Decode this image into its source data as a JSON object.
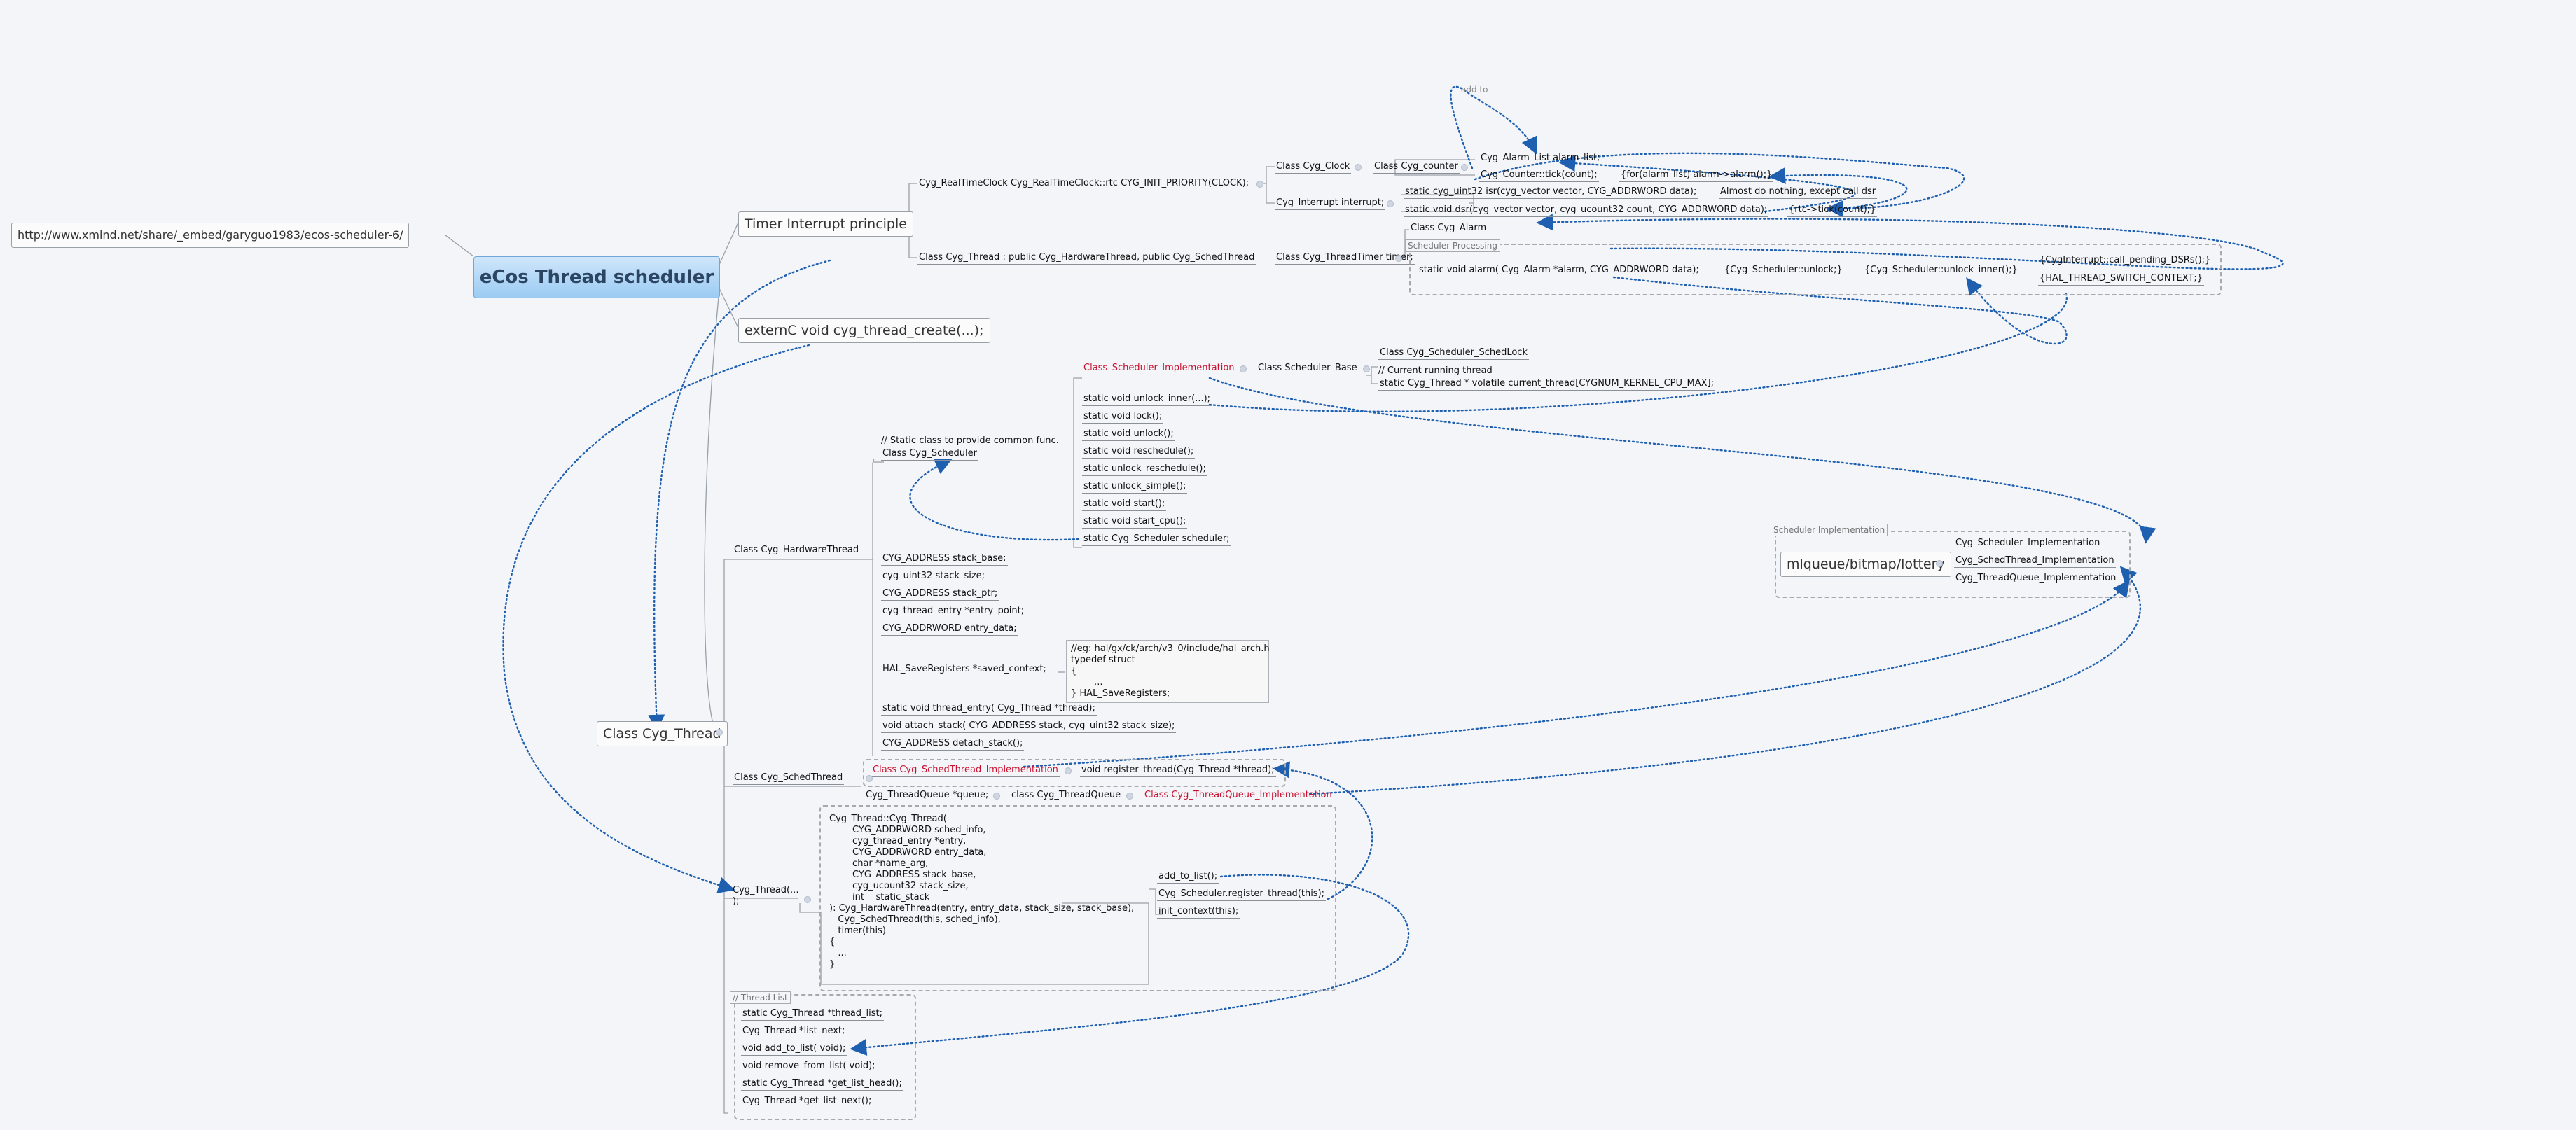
{
  "url": "http://www.xmind.net/share/_embed/garyguo1983/ecos-scheduler-6/",
  "central": "eCos Thread scheduler",
  "topics": {
    "timer": "Timer Interrupt principle",
    "externc": "externC void cyg_thread_create(...);",
    "class_thread": "Class Cyg_Thread",
    "mlqueue": "mlqueue/bitmap/lottery"
  },
  "timer_branch": {
    "rtc": "Cyg_RealTimeClock Cyg_RealTimeClock::rtc CYG_INIT_PRIORITY(CLOCK);",
    "class_clock": "Class Cyg_Clock",
    "class_counter": "Class Cyg_counter",
    "alarm_list": "Cyg_Alarm_List alarm_list;",
    "counter_tick": "Cyg_Counter::tick(count);",
    "for_alarm": "{for(alarm_list) alarm->alarm();}",
    "interrupt": "Cyg_Interrupt interrupt;",
    "isr": "static cyg_uint32 isr(cyg_vector vector, CYG_ADDRWORD data);",
    "isr_note": "Almost do nothing, except call dsr",
    "dsr": "static void dsr(cyg_vector vector, cyg_ucount32 count, CYG_ADDRWORD data);",
    "rtc_tick": "{rtc->tick(count);}",
    "thread_class": "Class Cyg_Thread : public Cyg_HardwareThread, public Cyg_SchedThread",
    "threadtimer": "Class Cyg_ThreadTimer timer;",
    "class_alarm": "Class Cyg_Alarm",
    "sched_processing": "Scheduler Processing",
    "static_alarm": "static void alarm( Cyg_Alarm *alarm, CYG_ADDRWORD data);",
    "sched_unlock": "{Cyg_Scheduler::unlock;}",
    "sched_unlock_inner": "{Cyg_Scheduler::unlock_inner();}",
    "pending_dsrs": "{CygInterrupt::call_pending_DSRs();}",
    "switch_ctx": "{HAL_THREAD_SWITCH_CONTEXT;}",
    "add_to": "add to"
  },
  "scheduler": {
    "impl": "Class_Scheduler_Implementation",
    "base": "Class Scheduler_Base",
    "schedlock": "Class Cyg_Scheduler_SchedLock",
    "current_comment": "// Current running thread",
    "current_thread": "static Cyg_Thread * volatile current_thread[CYGNUM_KERNEL_CPU_MAX];",
    "static_comment": "// Static class to provide common func.",
    "class_sched": "Class Cyg_Scheduler",
    "funcs": [
      "static void unlock_inner(...);",
      "static void lock();",
      "static void unlock();",
      "static void reschedule();",
      "static unlock_reschedule();",
      "static unlock_simple();",
      "static void start();",
      "static void start_cpu();",
      "static Cyg_Scheduler scheduler;"
    ]
  },
  "hardware": {
    "label": "Class Cyg_HardwareThread",
    "fields": [
      "CYG_ADDRESS stack_base;",
      "cyg_uint32 stack_size;",
      "CYG_ADDRESS stack_ptr;",
      "cyg_thread_entry *entry_point;",
      "CYG_ADDRWORD entry_data;"
    ],
    "saved": "HAL_SaveRegisters *saved_context;",
    "save_code": "//eg: hal/gx/ck/arch/v3_0/include/hal_arch.h\ntypedef struct\n{\n        ...\n} HAL_SaveRegisters;",
    "methods": [
      "static void thread_entry( Cyg_Thread *thread);",
      "void attach_stack( CYG_ADDRESS stack, cyg_uint32 stack_size);",
      "CYG_ADDRESS detach_stack();"
    ]
  },
  "schedthread": {
    "label": "Class Cyg_SchedThread",
    "impl": "Class Cyg_SchedThread_Implementation",
    "register": "void register_thread(Cyg_Thread *thread);",
    "queue": "Cyg_ThreadQueue *queue;",
    "class_queue": "class Cyg_ThreadQueue",
    "queue_impl": "Class Cyg_ThreadQueue_Implementation"
  },
  "ctor": {
    "label": "Cyg_Thread(...\n);",
    "code": "Cyg_Thread::Cyg_Thread(\n        CYG_ADDRWORD sched_info,\n        cyg_thread_entry *entry,\n        CYG_ADDRWORD entry_data,\n        char *name_arg,\n        CYG_ADDRESS stack_base,\n        cyg_ucount32 stack_size,\n        int    static_stack\n): Cyg_HardwareThread(entry, entry_data, stack_size, stack_base),\n   Cyg_SchedThread(this, sched_info),\n   timer(this)\n{\n   ...\n}",
    "calls": [
      "add_to_list();",
      "Cyg_Scheduler.register_thread(this);",
      "init_context(this);"
    ]
  },
  "thread_list": {
    "label": "// Thread List",
    "items": [
      "static Cyg_Thread *thread_list;",
      "Cyg_Thread *list_next;",
      "void add_to_list( void);",
      "void remove_from_list( void);",
      "static Cyg_Thread *get_list_head();",
      "Cyg_Thread *get_list_next();"
    ]
  },
  "sched_impl": {
    "label": "Scheduler Implementation",
    "items": [
      "Cyg_Scheduler_Implementation",
      "Cyg_SchedThread_Implementation",
      "Cyg_ThreadQueue_Implementation"
    ]
  },
  "colors": {
    "arrow": "#1f5fb0",
    "line": "#9aa0a8",
    "red": "#c8102e",
    "central": "#9bcbf3"
  }
}
